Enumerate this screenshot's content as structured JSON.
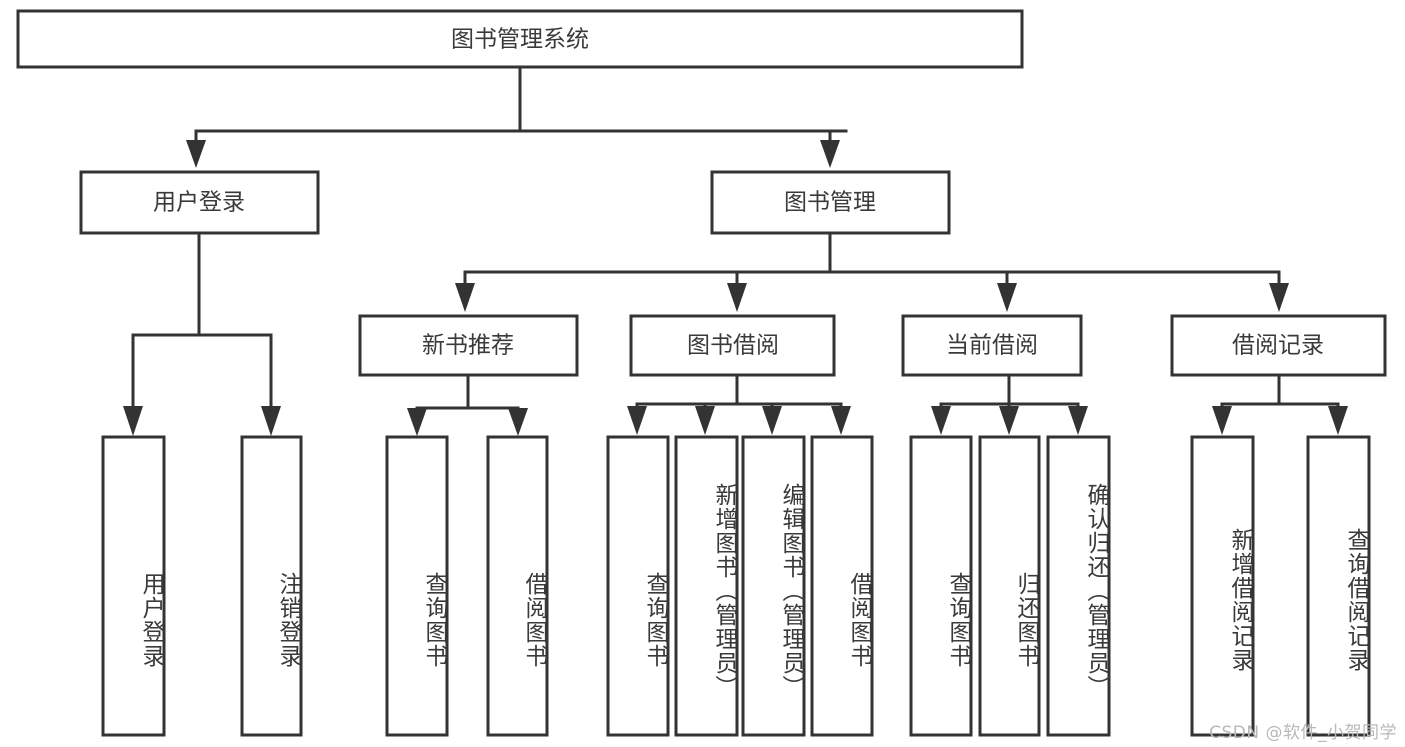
{
  "diagram": {
    "type": "tree",
    "title": "图书管理系统",
    "orientation": "top-down",
    "root": {
      "id": "root",
      "label": "图书管理系统",
      "level": 0
    },
    "levels": [
      {
        "level": 1,
        "nodes": [
          {
            "id": "user-login",
            "label": "用户登录"
          },
          {
            "id": "book-manage",
            "label": "图书管理"
          }
        ]
      },
      {
        "level": 2,
        "nodes": [
          {
            "id": "new-book-rec",
            "label": "新书推荐",
            "parent": "book-manage"
          },
          {
            "id": "book-borrow",
            "label": "图书借阅",
            "parent": "book-manage"
          },
          {
            "id": "current-borrow",
            "label": "当前借阅",
            "parent": "book-manage"
          },
          {
            "id": "borrow-record",
            "label": "借阅记录",
            "parent": "book-manage"
          }
        ]
      },
      {
        "level": 3,
        "nodes": [
          {
            "id": "leaf-user-login",
            "label": "用户登录",
            "parent": "user-login"
          },
          {
            "id": "leaf-user-logout",
            "label": "注销登录",
            "parent": "user-login"
          },
          {
            "id": "leaf-query-book-1",
            "label": "查询图书",
            "parent": "new-book-rec"
          },
          {
            "id": "leaf-borrow-book-1",
            "label": "借阅图书",
            "parent": "new-book-rec"
          },
          {
            "id": "leaf-query-book-2",
            "label": "查询图书",
            "parent": "book-borrow"
          },
          {
            "id": "leaf-add-book",
            "label": "新增图书（管理员）",
            "parent": "book-borrow"
          },
          {
            "id": "leaf-edit-book",
            "label": "编辑图书（管理员）",
            "parent": "book-borrow"
          },
          {
            "id": "leaf-borrow-book-2",
            "label": "借阅图书",
            "parent": "book-borrow"
          },
          {
            "id": "leaf-query-book-3",
            "label": "查询图书",
            "parent": "current-borrow"
          },
          {
            "id": "leaf-return-book",
            "label": "归还图书",
            "parent": "current-borrow"
          },
          {
            "id": "leaf-confirm-return",
            "label": "确认归还（管理员）",
            "parent": "current-borrow"
          },
          {
            "id": "leaf-add-record",
            "label": "新增借阅记录",
            "parent": "borrow-record"
          },
          {
            "id": "leaf-query-record",
            "label": "查询借阅记录",
            "parent": "borrow-record"
          }
        ]
      }
    ]
  },
  "watermark": {
    "text": "CSDN @软件_小贺同学"
  },
  "colors": {
    "stroke": "#333333",
    "box_fill": "#ffffff",
    "text": "#3a3a3a",
    "watermark": "#b8b8b8",
    "background": "#ffffff"
  }
}
